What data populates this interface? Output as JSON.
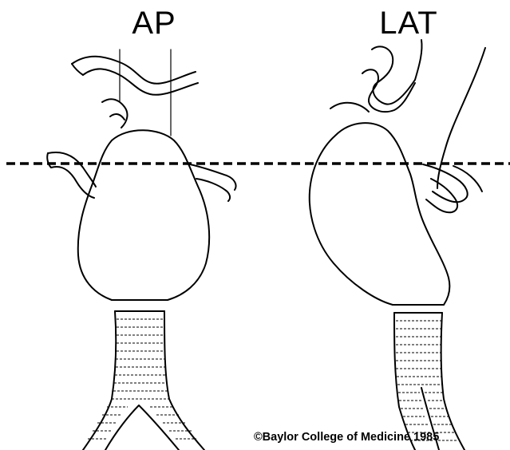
{
  "views": [
    {
      "label": "AP"
    },
    {
      "label": "LAT"
    }
  ],
  "copyright": "©Baylor College of Medicine 1985",
  "colors": {
    "ink": "#000000",
    "background": "#ffffff"
  }
}
